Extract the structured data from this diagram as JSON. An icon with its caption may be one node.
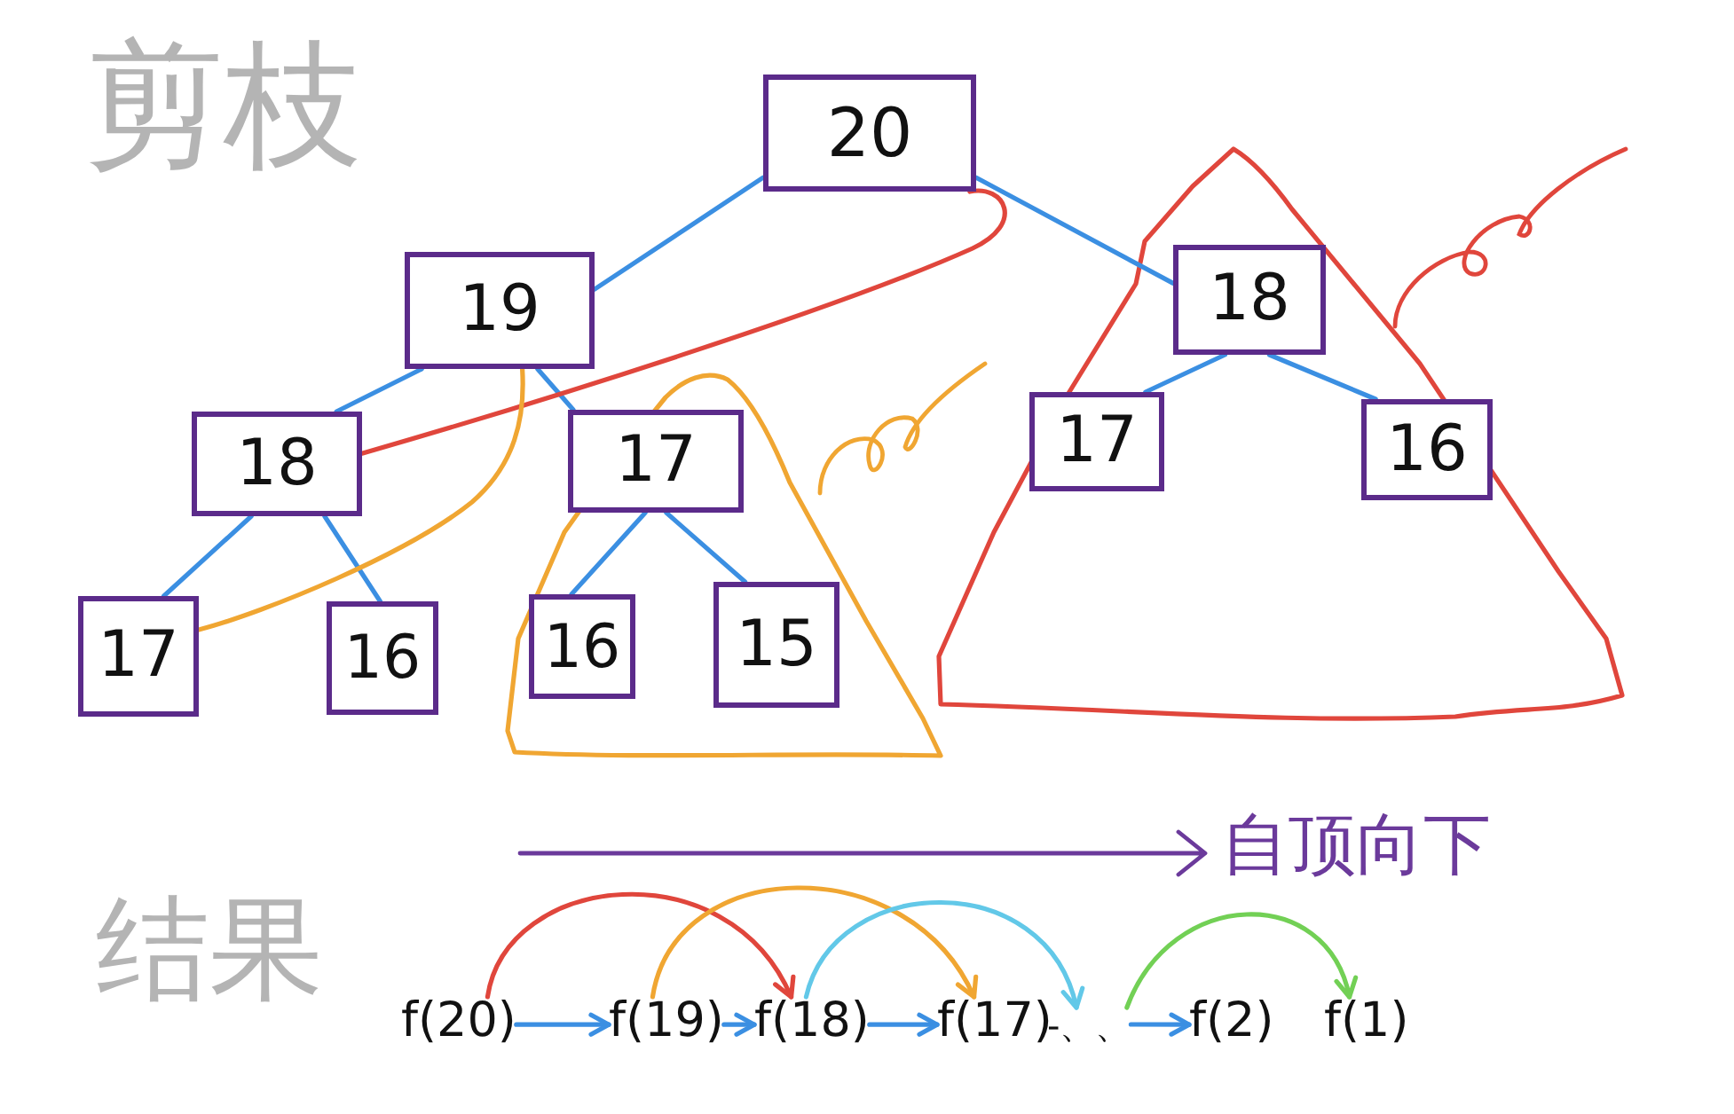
{
  "diagram": {
    "nodes": [
      {
        "text": [
          "20"
        ]
      },
      {
        "text": [
          "19"
        ]
      },
      {
        "text": [
          "18"
        ]
      },
      {
        "text": [
          "18"
        ]
      },
      {
        "text": [
          "17"
        ]
      },
      {
        "text": [
          "17"
        ]
      },
      {
        "text": [
          "16"
        ]
      },
      {
        "text": [
          "17"
        ]
      },
      {
        "text": [
          "16"
        ]
      },
      {
        "text": [
          "16"
        ]
      },
      {
        "text": [
          "15"
        ]
      },
      {
        "text": [
          "f(20)"
        ]
      },
      {
        "text": [
          "f(19)"
        ]
      },
      {
        "text": [
          "f(18)"
        ]
      },
      {
        "text": [
          "f(17)"
        ]
      },
      {
        "text": [
          "-、、"
        ]
      },
      {
        "text": [
          "f(2)"
        ]
      },
      {
        "text": [
          "f(1)"
        ]
      }
    ],
    "edges": [
      {
        "from": 0,
        "to": 1,
        "arrow": "none"
      },
      {
        "from": 0,
        "to": 2,
        "arrow": "none"
      },
      {
        "from": 1,
        "to": 3,
        "arrow": "none"
      },
      {
        "from": 1,
        "to": 4,
        "arrow": "none"
      },
      {
        "from": 2,
        "to": 5,
        "arrow": "none"
      },
      {
        "from": 2,
        "to": 6,
        "arrow": "none"
      },
      {
        "from": 3,
        "to": 7,
        "arrow": "none"
      },
      {
        "from": 3,
        "to": 8,
        "arrow": "none"
      },
      {
        "from": 4,
        "to": 9,
        "arrow": "none"
      },
      {
        "from": 4,
        "to": 10,
        "arrow": "none"
      },
      {
        "from": 3,
        "to": 0,
        "arrow": "none",
        "color": "#e0463c"
      },
      {
        "from": 7,
        "to": 1,
        "arrow": "none",
        "color": "#f0a632"
      },
      {
        "from": 11,
        "to": 12,
        "arrow": "to"
      },
      {
        "from": 12,
        "to": 13,
        "arrow": "to"
      },
      {
        "from": 13,
        "to": 14,
        "arrow": "to"
      },
      {
        "from": 15,
        "to": 16,
        "arrow": "to"
      },
      {
        "from": 11,
        "to": 13,
        "arrow": "to",
        "color": "#e0463c"
      },
      {
        "from": 12,
        "to": 14,
        "arrow": "to",
        "color": "#f0a632"
      },
      {
        "from": 13,
        "to": 15,
        "arrow": "to",
        "color": "#62c8e8"
      },
      {
        "from": 15,
        "to": 17,
        "arrow": "to",
        "color": "#72d055"
      }
    ],
    "labels": [
      "剪枝",
      "自顶向下",
      "结果"
    ]
  }
}
